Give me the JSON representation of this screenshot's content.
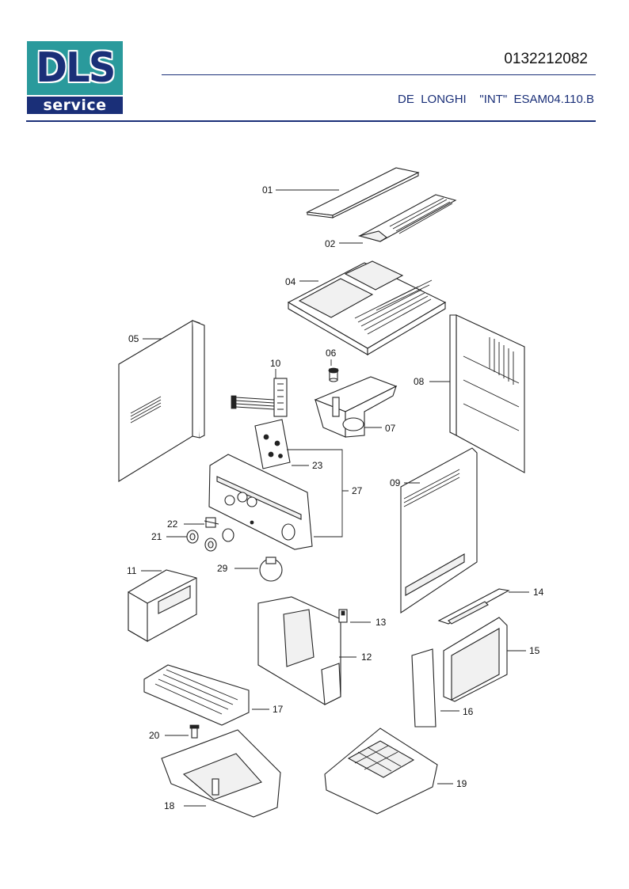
{
  "header": {
    "logo_mark": "DLS",
    "logo_subtext": "service",
    "document_number": "0132212082",
    "model_line": "DE  LONGHI    \"INT\"  ESAM04.110.B"
  },
  "colors": {
    "brand_navy": "#1a2f78",
    "brand_teal": "#2a9a9c"
  },
  "parts": [
    {
      "id": "01"
    },
    {
      "id": "02"
    },
    {
      "id": "04"
    },
    {
      "id": "05"
    },
    {
      "id": "06"
    },
    {
      "id": "07"
    },
    {
      "id": "08"
    },
    {
      "id": "09"
    },
    {
      "id": "10"
    },
    {
      "id": "11"
    },
    {
      "id": "12"
    },
    {
      "id": "13"
    },
    {
      "id": "14"
    },
    {
      "id": "15"
    },
    {
      "id": "16"
    },
    {
      "id": "17"
    },
    {
      "id": "18"
    },
    {
      "id": "19"
    },
    {
      "id": "20"
    },
    {
      "id": "21"
    },
    {
      "id": "22"
    },
    {
      "id": "23"
    },
    {
      "id": "27"
    },
    {
      "id": "29"
    }
  ]
}
